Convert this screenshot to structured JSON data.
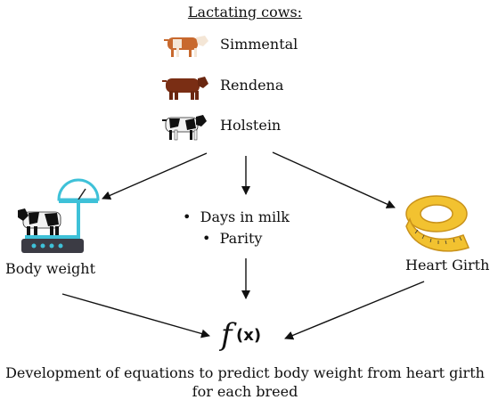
{
  "title": "Lactating cows:",
  "breeds": [
    {
      "label": "Simmental",
      "icon": "simmental-cow-icon",
      "color": "#c8692e"
    },
    {
      "label": "Rendena",
      "icon": "rendena-cow-icon",
      "color": "#7a2e14"
    },
    {
      "label": "Holstein",
      "icon": "holstein-cow-icon",
      "color": "#111111"
    }
  ],
  "factors": [
    "Days in milk",
    "Parity"
  ],
  "body_weight": {
    "label": "Body weight",
    "icon": "weighing-scale-icon"
  },
  "heart_girth": {
    "label": "Heart Girth",
    "icon": "measuring-tape-icon"
  },
  "function": {
    "f": "f",
    "x": "(x)"
  },
  "conclusion": "Development of equations to predict body weight from heart girth for each breed",
  "colors": {
    "scale_accent": "#3ec1d8",
    "scale_base": "#3b3b44",
    "tape": "#f2c230",
    "tape_dark": "#c9921a"
  }
}
